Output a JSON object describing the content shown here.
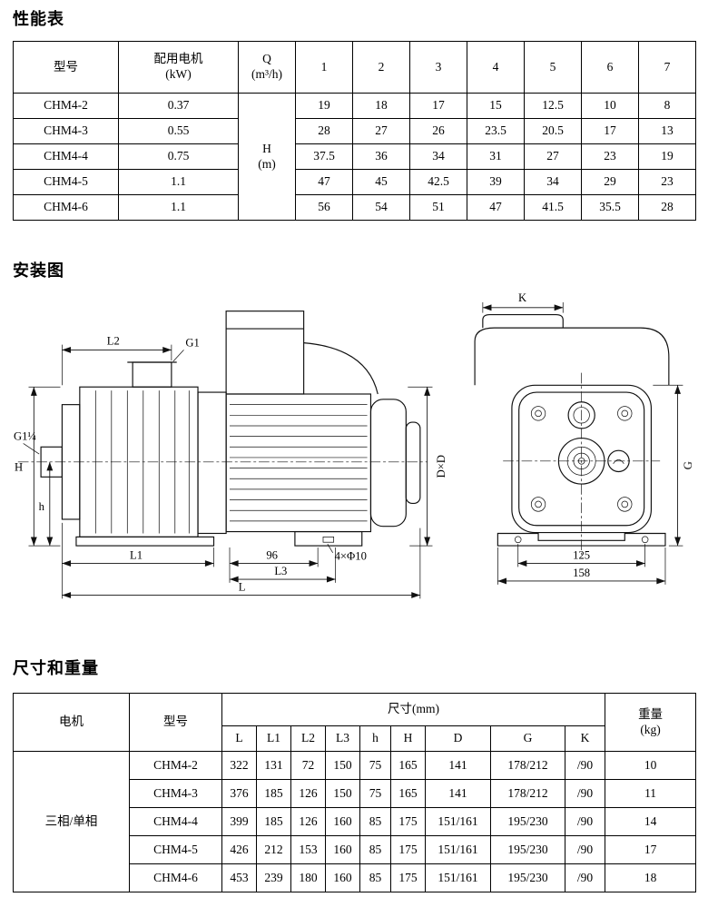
{
  "sections": {
    "performance_title": "性能表",
    "installation_title": "安装图",
    "dimensions_title": "尺寸和重量"
  },
  "performance_table": {
    "col_model": "型号",
    "col_motor": [
      "配用电机",
      "(kW)"
    ],
    "col_q": [
      "Q",
      "(m³/h)"
    ],
    "flow_headers": [
      "1",
      "2",
      "3",
      "4",
      "5",
      "6",
      "7"
    ],
    "h_cell": [
      "H",
      "(m)"
    ],
    "rows": [
      {
        "model": "CHM4-2",
        "power": "0.37",
        "v": [
          "19",
          "18",
          "17",
          "15",
          "12.5",
          "10",
          "8"
        ]
      },
      {
        "model": "CHM4-3",
        "power": "0.55",
        "v": [
          "28",
          "27",
          "26",
          "23.5",
          "20.5",
          "17",
          "13"
        ]
      },
      {
        "model": "CHM4-4",
        "power": "0.75",
        "v": [
          "37.5",
          "36",
          "34",
          "31",
          "27",
          "23",
          "19"
        ]
      },
      {
        "model": "CHM4-5",
        "power": "1.1",
        "v": [
          "47",
          "45",
          "42.5",
          "39",
          "34",
          "29",
          "23"
        ]
      },
      {
        "model": "CHM4-6",
        "power": "1.1",
        "v": [
          "56",
          "54",
          "51",
          "47",
          "41.5",
          "35.5",
          "28"
        ]
      }
    ]
  },
  "diagram": {
    "side_view_labels": {
      "l2": "L2",
      "g1": "G1",
      "g1_quarter": "G1¼",
      "height_H": "H",
      "height_h": "h",
      "l1": "L1",
      "n96": "96",
      "l3": "L3",
      "holes": "4×Φ10",
      "l": "L",
      "dxd": "D×D"
    },
    "front_view_labels": {
      "k": "K",
      "g": "G",
      "n125": "125",
      "n158": "158"
    }
  },
  "dimension_table": {
    "col_motor": "电机",
    "col_model": "型号",
    "col_size": "尺寸(mm)",
    "col_weight": [
      "重量",
      "(kg)"
    ],
    "size_headers": [
      "L",
      "L1",
      "L2",
      "L3",
      "h",
      "H",
      "D",
      "G",
      "K"
    ],
    "motor_type": "三相/单相",
    "rows": [
      {
        "model": "CHM4-2",
        "v": [
          "322",
          "131",
          "72",
          "150",
          "75",
          "165",
          "141",
          "178/212",
          "/90"
        ],
        "weight": "10"
      },
      {
        "model": "CHM4-3",
        "v": [
          "376",
          "185",
          "126",
          "150",
          "75",
          "165",
          "141",
          "178/212",
          "/90"
        ],
        "weight": "11"
      },
      {
        "model": "CHM4-4",
        "v": [
          "399",
          "185",
          "126",
          "160",
          "85",
          "175",
          "151/161",
          "195/230",
          "/90"
        ],
        "weight": "14"
      },
      {
        "model": "CHM4-5",
        "v": [
          "426",
          "212",
          "153",
          "160",
          "85",
          "175",
          "151/161",
          "195/230",
          "/90"
        ],
        "weight": "17"
      },
      {
        "model": "CHM4-6",
        "v": [
          "453",
          "239",
          "180",
          "160",
          "85",
          "175",
          "151/161",
          "195/230",
          "/90"
        ],
        "weight": "18"
      }
    ]
  }
}
